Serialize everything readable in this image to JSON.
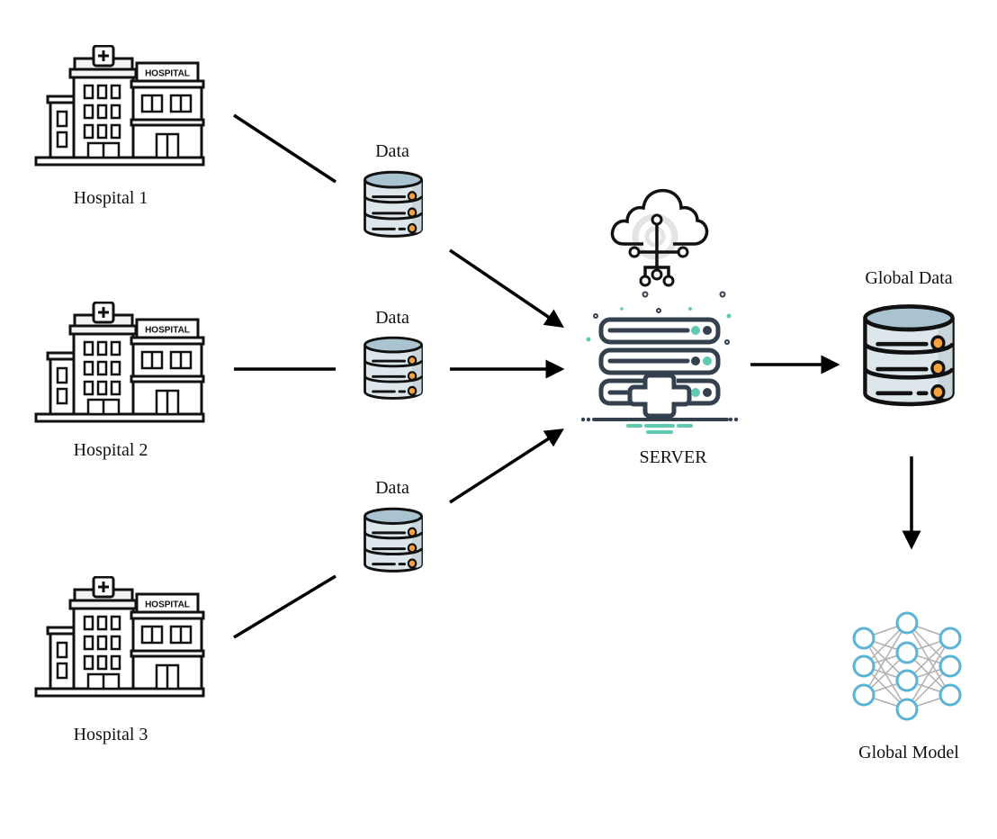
{
  "diagram": {
    "hospitals": [
      {
        "label": "Hospital 1",
        "icon": "hospital-building-icon",
        "sign": "HOSPITAL"
      },
      {
        "label": "Hospital 2",
        "icon": "hospital-building-icon",
        "sign": "HOSPITAL"
      },
      {
        "label": "Hospital 3",
        "icon": "hospital-building-icon",
        "sign": "HOSPITAL"
      }
    ],
    "local_data": [
      {
        "label": "Data",
        "icon": "database-icon"
      },
      {
        "label": "Data",
        "icon": "database-icon"
      },
      {
        "label": "Data",
        "icon": "database-icon"
      }
    ],
    "cloud": {
      "icon": "cloud-network-icon"
    },
    "server": {
      "label": "SERVER",
      "icon": "medical-server-icon"
    },
    "global_data": {
      "label": "Global Data",
      "icon": "database-icon"
    },
    "global_model": {
      "label": "Global Model",
      "icon": "neural-network-icon"
    },
    "colors": {
      "stroke": "#000000",
      "db_top": "#a9c4d0",
      "db_body": "#dde6ea",
      "db_led": "#f4a340",
      "server_dark": "#34404e",
      "server_accent": "#5ecbb1",
      "nn_node": "#5bb4d6",
      "nn_edge": "#b0b0b0"
    }
  }
}
